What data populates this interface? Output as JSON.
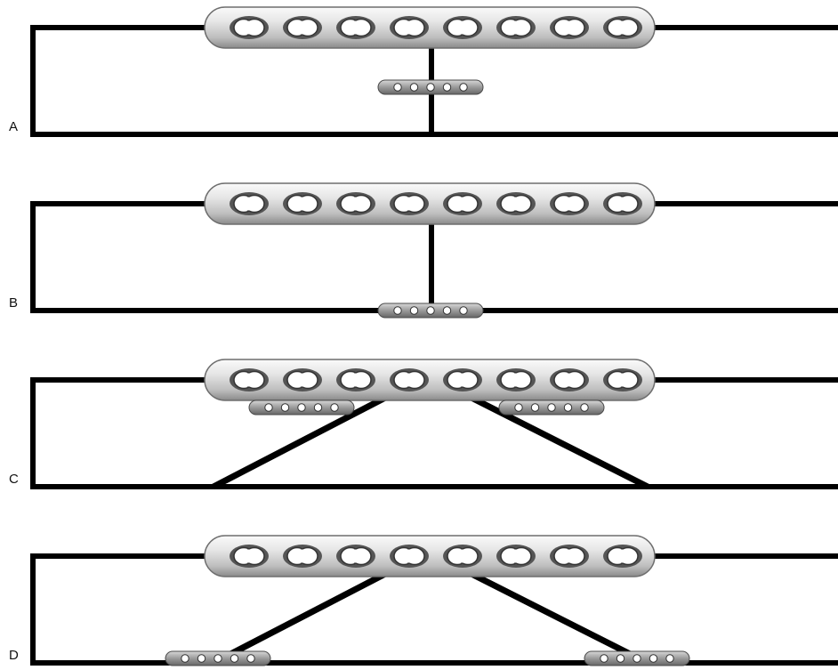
{
  "figure": {
    "panels": [
      {
        "label": "A",
        "pattern": "single-central",
        "small_plate_level": "mid"
      },
      {
        "label": "B",
        "pattern": "single-central",
        "small_plate_level": "bottom"
      },
      {
        "label": "C",
        "pattern": "two-diagonal",
        "small_plate_level": "mid"
      },
      {
        "label": "D",
        "pattern": "two-diagonal",
        "small_plate_level": "bottom"
      }
    ],
    "large_plate_holes": 8,
    "small_plate_holes": 5,
    "colors": {
      "line": "#000000",
      "plate_light": "#f2f2f2",
      "plate_mid": "#c4c4c4",
      "plate_dark": "#7a7a7a",
      "hole_fill": "#ffffff",
      "hole_rim": "#333333"
    }
  }
}
